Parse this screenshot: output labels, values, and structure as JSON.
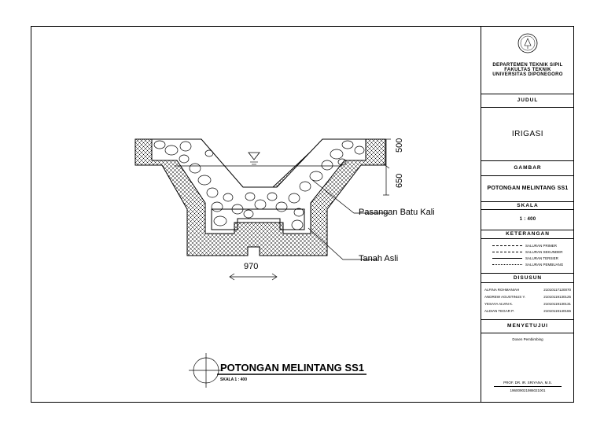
{
  "drawing": {
    "label_stone": "Pasangan Batu Kali",
    "label_soil": "Tanah Asli",
    "dim_width": "970",
    "dim_height_top": "500",
    "dim_height_bottom": "650",
    "main_title": "POTONGAN MELINTANG SS1",
    "main_scale": "SKALA 1 : 400"
  },
  "title_block": {
    "dept_line1": "DEPARTEMEN TEKNIK SIPIL",
    "dept_line2": "FAKULTAS TEKNIK",
    "dept_line3": "UNIVERSITAS DIPONEGORO",
    "judul_label": "JUDUL",
    "judul_value": "IRIGASI",
    "gambar_label": "GAMBAR",
    "gambar_value": "POTONGAN MELINTANG SS1",
    "skala_label": "SKALA",
    "skala_value": "1 : 400",
    "keterangan_label": "KETERANGAN",
    "legend": [
      "SALURAN PRIMER",
      "SALURAN SEKUNDER",
      "SALURAN TERSIER",
      "SALURAN PEMBUANG"
    ],
    "disusun_label": "DISUSUN",
    "team": [
      {
        "name": "ALFINA ROHMANIAH",
        "nim": "21010117120070"
      },
      {
        "name": "ANDREW AGUSTINUS Y.",
        "nim": "21010119130125"
      },
      {
        "name": "YESAYA ALVIN K.",
        "nim": "21010119130131"
      },
      {
        "name": "ALDIAN TEGAR P.",
        "nim": "21010119140166"
      }
    ],
    "menyetujui_label": "MENYETUJUI",
    "dosen_label": "Dosen Pembimbing",
    "prof_name": "PROF. DR. IR. SRIYANA, M.S.",
    "prof_nip": "196009021986021001"
  }
}
